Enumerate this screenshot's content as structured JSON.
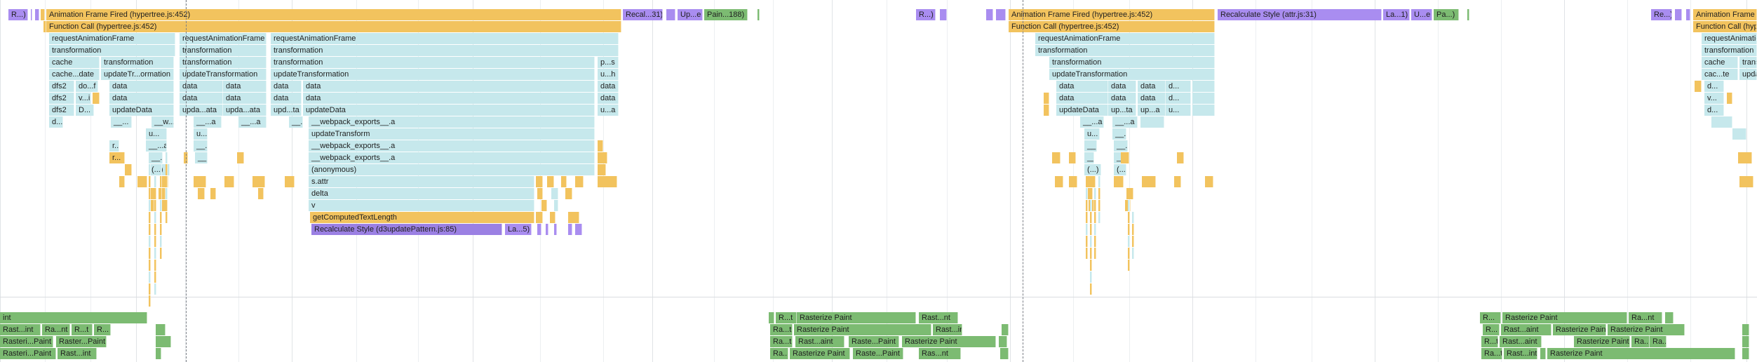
{
  "colors": {
    "scripting": "#f2c35e",
    "rendering": "#a98df0",
    "js_frame": "#c6e8ec",
    "painting": "#7cbb72",
    "marker": "#7b7f86",
    "grid": "#eceff1"
  },
  "labels": {
    "r": "R...)",
    "anim_fired": "Animation Frame Fired (hypertree.js:452)",
    "func_call": "Function Call (hypertree.js:452)",
    "req_anim": "requestAnimationFrame",
    "transformation": "transformation",
    "cache": "cache",
    "cache_date": "cache...date",
    "update_transformation": "updateTransformation",
    "update_tr_ormation": "updateTr...ormation",
    "dfs2": "dfs2",
    "do_f": "do...f",
    "v_i": "v...i",
    "d_dot": "D...",
    "d_ellipsis": "d...",
    "data": "data",
    "update_data": "updateData",
    "upda_ata": "upda...ata",
    "upd_ta": "upd...ta",
    "up_ta": "up...ta",
    "up_a": "up...a",
    "w_a": "__w...a",
    "underscore_a": "__...a",
    "u_dots": "u...",
    "r_dots": "r...",
    "paren": "(...)",
    "underscore_dots": "__...",
    "d_short": "d...",
    "webpack": "__webpack_exports__.a",
    "update_transform": "updateTransform",
    "anonymous": "(anonymous)",
    "s_attr": "s.attr",
    "delta": "delta",
    "v": "v",
    "get_computed": "getComputedTextLength",
    "recalc_d3": "Recalculate Style (d3updatePattern.js:85)",
    "la_5": "La...5)",
    "recal_31": "Recal...31)",
    "up_e": "Up...e",
    "pain_188": "Pain...188)",
    "p_s": "p...s",
    "u_h": "u...h",
    "u_a": "u...a",
    "recalc_attr": "Recalculate Style (attr.js:31)",
    "la_1": "La...1)",
    "u_e": "U...e",
    "pa": "Pa...)",
    "re": "Re...)",
    "func_call_cut": "Function Call (hyp",
    "req_anim_cut": "requestAnimationFram",
    "transformation_cut": "transformation",
    "cache_short": "cache",
    "trans_cut": "trans",
    "cac_te": "cac...te",
    "upda_cut": "upda",
    "d_short2": "d...",
    "v_short": "v...",
    "int": "int",
    "rast_int": "Rast...int",
    "ra_nt": "Ra...nt",
    "r_t": "R...t",
    "r_dot": "R...",
    "rasteri_paint": "Rasteri...Paint",
    "raster_paint": "Raster...Paint",
    "rasteri_paint2": "Rasteri...Paint",
    "rasterize_paint": "Rasterize Paint",
    "rast_nt": "Rast...nt",
    "ra_t": "Ra...t",
    "rast_aint": "Rast...aint",
    "raste_paint": "Raste...Paint",
    "ras_nt": "Ras...nt",
    "r_t2": "R...t",
    "rast_aint2": "Rast...aint",
    "raste_aint": "Raste...aint",
    "ra_nt2": "Ra...nt",
    "ra_t2": "Ra...t",
    "ras_dot": "Ras...",
    "ra_dot": "Ra...",
    "r_t3": "R..t",
    "ra_dot_dot": "Ra..t"
  }
}
